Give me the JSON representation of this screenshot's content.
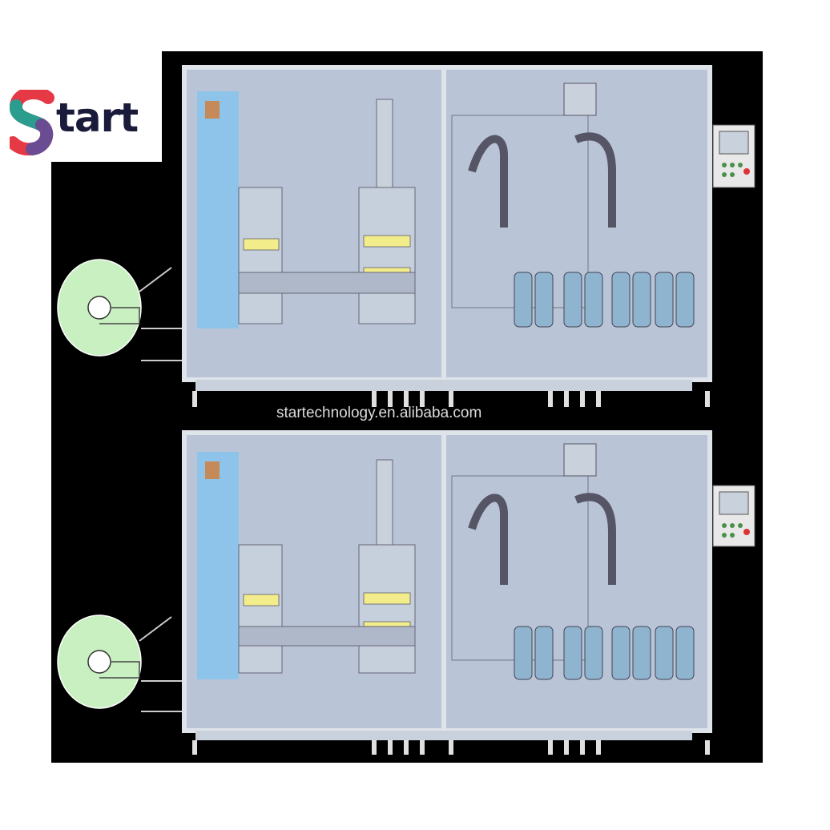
{
  "logo": {
    "text": "tart",
    "letter": "S",
    "colors": [
      "#e63946",
      "#2a9d8f",
      "#6a4c93",
      "#f4a261"
    ]
  },
  "watermark": "startechnology.en.alibaba.com",
  "colors": {
    "frame": "#9aa3b2",
    "glass": "#b9c4d6",
    "blue_panel": "#8ec3ea",
    "film_roll": "#c8f0c0",
    "heater": "#f2ec8a",
    "bottles": "#8fb4cf",
    "accent": "#c58a58"
  },
  "icons": [
    "film-roll-icon",
    "control-panel-icon",
    "bottle-icon"
  ]
}
